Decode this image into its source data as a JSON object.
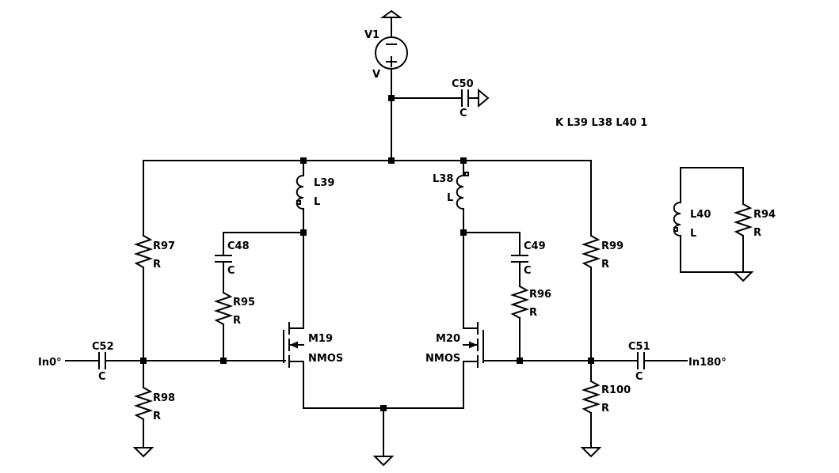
{
  "directive": "K L39 L38 L40 1",
  "sources": {
    "V1": {
      "name": "V1",
      "value": "V"
    }
  },
  "capacitors": {
    "C50": {
      "name": "C50",
      "value": "C"
    },
    "C48": {
      "name": "C48",
      "value": "C"
    },
    "C49": {
      "name": "C49",
      "value": "C"
    },
    "C52": {
      "name": "C52",
      "value": "C"
    },
    "C51": {
      "name": "C51",
      "value": "C"
    }
  },
  "inductors": {
    "L39": {
      "name": "L39",
      "value": "L"
    },
    "L38": {
      "name": "L38",
      "value": "L"
    },
    "L40": {
      "name": "L40",
      "value": "L"
    }
  },
  "resistors": {
    "R97": {
      "name": "R97",
      "value": "R"
    },
    "R95": {
      "name": "R95",
      "value": "R"
    },
    "R98": {
      "name": "R98",
      "value": "R"
    },
    "R96": {
      "name": "R96",
      "value": "R"
    },
    "R99": {
      "name": "R99",
      "value": "R"
    },
    "R100": {
      "name": "R100",
      "value": "R"
    },
    "R94": {
      "name": "R94",
      "value": "R"
    }
  },
  "transistors": {
    "M19": {
      "name": "M19",
      "value": "NMOS"
    },
    "M20": {
      "name": "M20",
      "value": "NMOS"
    }
  },
  "ports": {
    "in0": "In0°",
    "in180": "In180°"
  }
}
